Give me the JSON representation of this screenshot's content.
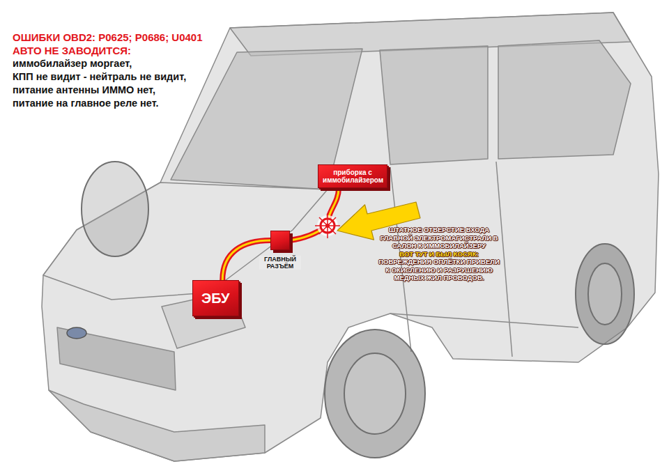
{
  "diagram": {
    "title": "ОШИБКИ OBD2: P0625; P0686; U0401",
    "nodes": [
      {
        "text": [
          "приборка с иммобилайзером"
        ]
      },
      {
        "text": [
          "ГЛАВНЫЙ РАЗЪЁМ"
        ]
      },
      {
        "text": [
          "ЭБУ"
        ]
      }
    ],
    "edges": [
      {
        "from": 2,
        "to": 1,
        "arrow": "none"
      },
      {
        "from": 1,
        "to": 0,
        "arrow": "none"
      }
    ],
    "labels": [
      "АВТО НЕ ЗАВОДИТСЯ:",
      "иммобилайзер моргает,",
      "КПП не видит - нейтраль не видит,",
      "питание антенны ИММО нет,",
      "питание на главное реле нет.",
      "ШТАТНОЕ ОТВЕРСТИЕ ВХОДА ГЛАВНОЙ ЭЛЕКТРОМАГИСТРАЛИ В САЛОН К ИММОБИЛАЙЗЕРУ",
      "ВОТ ТУТ И БЫЛ КОСЯК:",
      "ПОВРЕЖДЕНИЯ ОПЛЁТКИ ПРИВЕЛИ К ОКИСЛЕНИЮ И РАЗРУШЕНИЮ МЕДНЫХ ЖИЛ ПРОВОДОВ."
    ]
  }
}
